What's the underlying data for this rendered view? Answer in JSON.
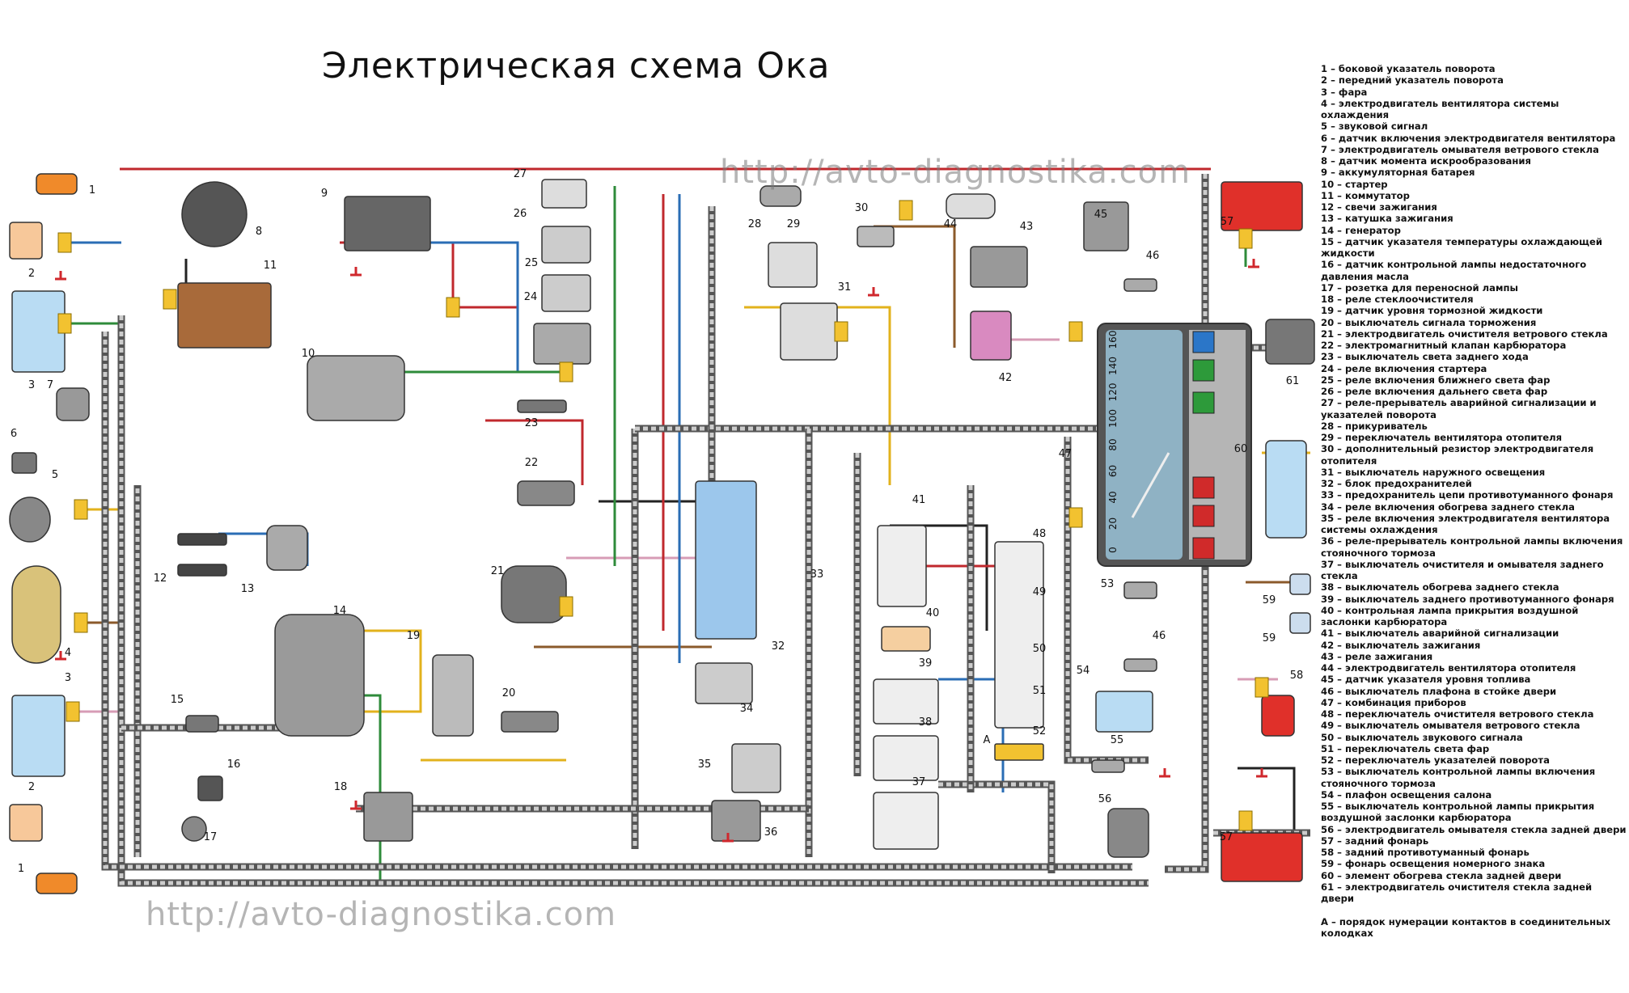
{
  "title": "Электрическая схема Ока",
  "watermark": "http://avto-diagnostika.com",
  "legend": [
    "1 – боковой указатель поворота",
    "2 – передний указатель поворота",
    "3 – фара",
    "4 – электродвигатель вентилятора системы охлаждения",
    "5 – звуковой сигнал",
    "6 – датчик включения электродвигателя вентилятора",
    "7 – электродвигатель омывателя ветрового стекла",
    "8 – датчик момента искрообразования",
    "9 – аккумуляторная батарея",
    "10 – стартер",
    "11 – коммутатор",
    "12 – свечи зажигания",
    "13 – катушка зажигания",
    "14 – генератор",
    "15 – датчик указателя температуры охлаждающей жидкости",
    "16 – датчик контрольной лампы недостаточного давления масла",
    "17 – розетка для переносной лампы",
    "18 – реле стеклоочистителя",
    "19 – датчик уровня тормозной жидкости",
    "20 – выключатель сигнала торможения",
    "21 – электродвигатель очистителя ветрового стекла",
    "22 – электромагнитный клапан карбюратора",
    "23 – выключатель света заднего хода",
    "24 – реле включения стартера",
    "25 – реле включения ближнего света фар",
    "26 – реле включения дальнего света фар",
    "27 – реле-прерыватель аварийной сигнализации и указателей поворота",
    "28 – прикуриватель",
    "29 – переключатель вентилятора отопителя",
    "30 – дополнительный резистор электродвигателя отопителя",
    "31 – выключатель наружного освещения",
    "32 – блок предохранителей",
    "33 – предохранитель цепи противотуманного фонаря",
    "34 – реле включения обогрева заднего стекла",
    "35 – реле включения электродвигателя вентилятора системы охлаждения",
    "36 – реле-прерыватель контрольной лампы включения стояночного тормоза",
    "37 – выключатель очистителя и омывателя заднего стекла",
    "38 – выключатель обогрева заднего стекла",
    "39 – выключатель заднего противотуманного фонаря",
    "40 – контрольная лампа прикрытия воздушной заслонки карбюратора",
    "41 – выключатель аварийной сигнализации",
    "42 – выключатель зажигания",
    "43 – реле зажигания",
    "44 – электродвигатель вентилятора отопителя",
    "45 – датчик указателя уровня топлива",
    "46 – выключатель плафона в стойке двери",
    "47 – комбинация приборов",
    "48 – переключатель очистителя ветрового стекла",
    "49 – выключатель омывателя ветрового стекла",
    "50 – выключатель звукового сигнала",
    "51 – переключатель света фар",
    "52 – переключатель указателей поворота",
    "53 – выключатель контрольной лампы включения стояночного тормоза",
    "54 – плафон освещения салона",
    "55 – выключатель контрольной лампы прикрытия воздушной заслонки карбюратора",
    "56 – электродвигатель омывателя стекла задней двери",
    "57 – задний фонарь",
    "58 – задний противотуманный фонарь",
    "59 – фонарь освещения номерного знака",
    "60 – элемент обогрева стекла задней двери",
    "61 – электродвигатель очистителя стекла задней двери"
  ],
  "legend_note": "А – порядок нумерации контактов в соединительных колодках",
  "callouts": [
    "1",
    "1",
    "2",
    "2",
    "3",
    "3",
    "4",
    "5",
    "6",
    "7",
    "8",
    "9",
    "10",
    "11",
    "12",
    "13",
    "14",
    "15",
    "16",
    "17",
    "18",
    "19",
    "20",
    "21",
    "22",
    "23",
    "24",
    "25",
    "26",
    "27",
    "28",
    "29",
    "30",
    "31",
    "32",
    "33",
    "34",
    "35",
    "36",
    "37",
    "38",
    "39",
    "40",
    "41",
    "42",
    "43",
    "44",
    "45",
    "46",
    "46",
    "47",
    "48",
    "49",
    "50",
    "51",
    "52",
    "53",
    "54",
    "55",
    "56",
    "57",
    "57",
    "58",
    "59",
    "59",
    "60",
    "61",
    "A"
  ],
  "speedometer_scale": [
    "0",
    "20",
    "40",
    "60",
    "80",
    "100",
    "120",
    "140",
    "160"
  ],
  "colors": {
    "harness": "#8a8a8a",
    "wire_red": "#c0282d",
    "wire_blue": "#2a6db5",
    "wire_green": "#2e8b3a",
    "wire_yellow": "#e2b21c",
    "wire_brown": "#8b5a2b",
    "wire_pink": "#d79cb6",
    "connector": "#f2c230",
    "ground": "#d0282d",
    "lamp_orange": "#f08a2a",
    "lamp_red": "#e0302a",
    "glass_blue": "#b9dcf3",
    "component_gray": "#9b9b9b"
  }
}
